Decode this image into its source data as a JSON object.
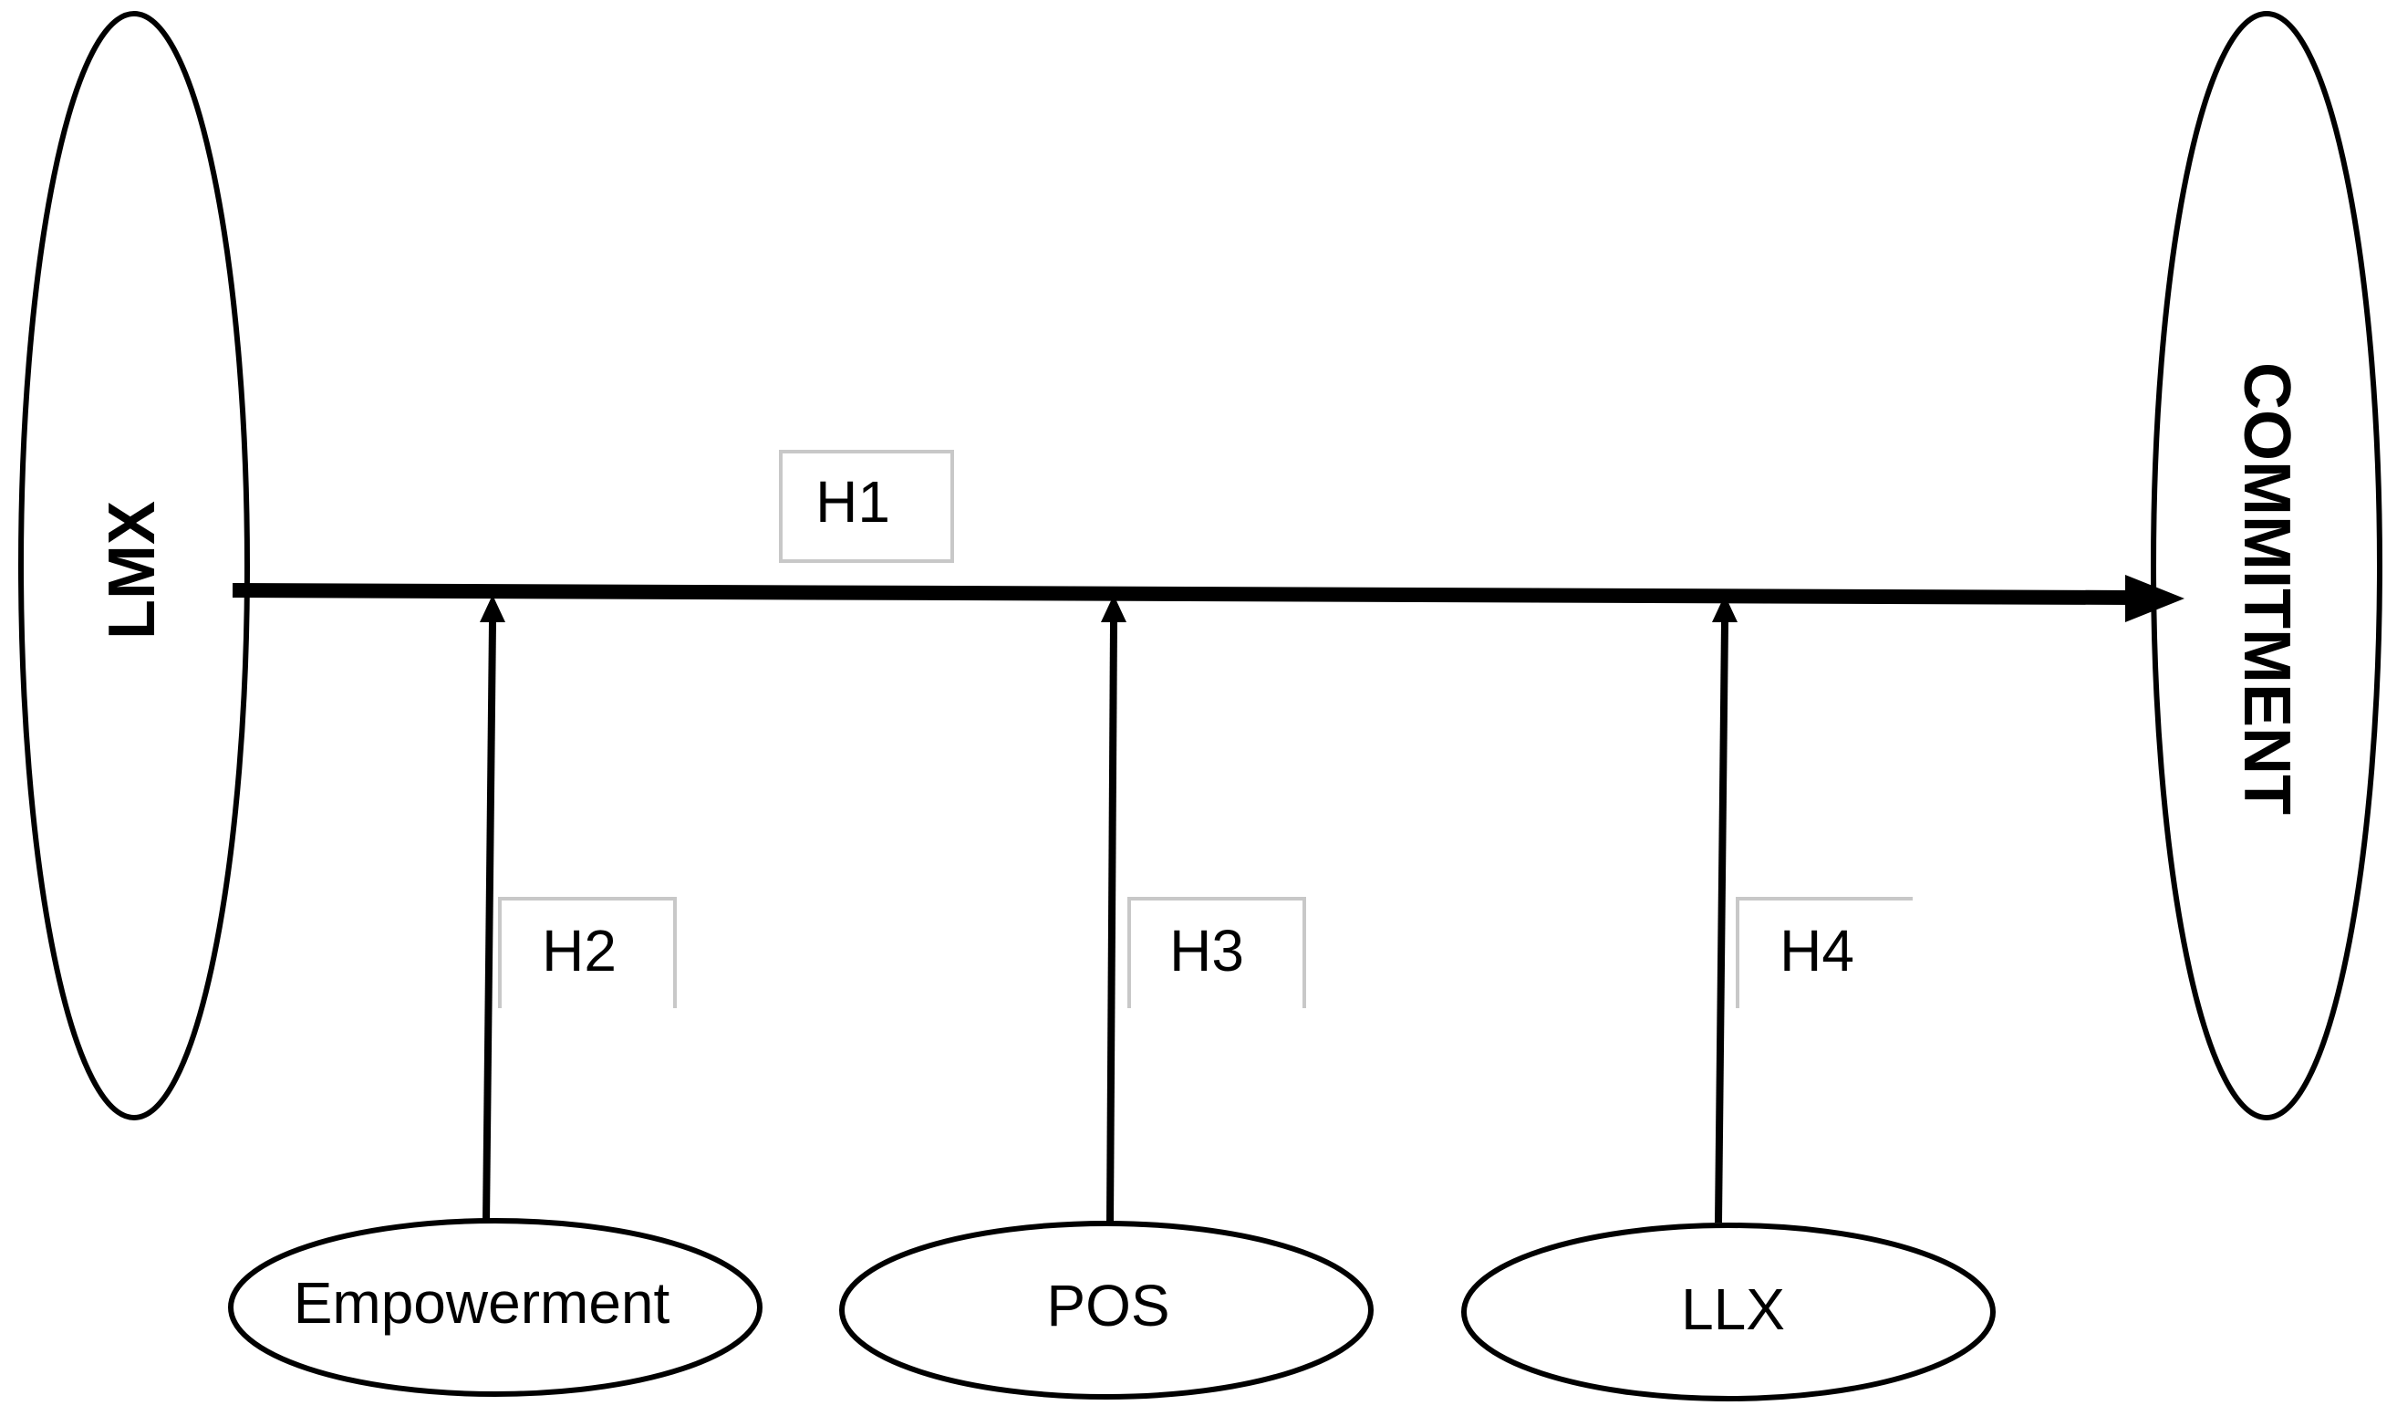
{
  "diagram": {
    "nodes": {
      "independent": "LMX",
      "dependent": "COMMITMENT",
      "moderators": [
        "Empowerment",
        "POS",
        "LLX"
      ]
    },
    "hypotheses": {
      "main": "H1",
      "moderators": [
        "H2",
        "H3",
        "H4"
      ]
    },
    "relations": [
      {
        "from": "LMX",
        "to": "COMMITMENT",
        "label": "H1"
      },
      {
        "from": "Empowerment",
        "to": "H1",
        "label": "H2"
      },
      {
        "from": "POS",
        "to": "H1",
        "label": "H3"
      },
      {
        "from": "LLX",
        "to": "H1",
        "label": "H4"
      }
    ]
  }
}
